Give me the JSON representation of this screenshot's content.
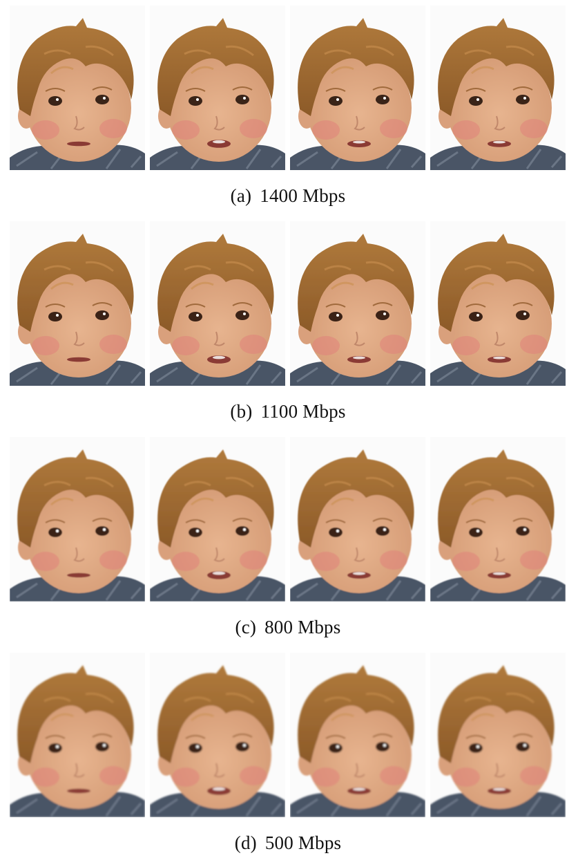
{
  "figure": {
    "subfigures": [
      {
        "label": "(a)",
        "bitrate": "1400 Mbps",
        "quality": 1.0
      },
      {
        "label": "(b)",
        "bitrate": "1100 Mbps",
        "quality": 0.85
      },
      {
        "label": "(c)",
        "bitrate": "800 Mbps",
        "quality": 0.65
      },
      {
        "label": "(d)",
        "bitrate": "500 Mbps",
        "quality": 0.4
      }
    ],
    "frames_per_row": 4,
    "frame_subject": "toddler-face",
    "colors": {
      "hair": "#b07a3c",
      "hair_dark": "#8c5a28",
      "skin": "#e7b48f",
      "cheek": "#e0817a",
      "shirt": "#4a5566",
      "background": "#fbfbfb"
    }
  }
}
